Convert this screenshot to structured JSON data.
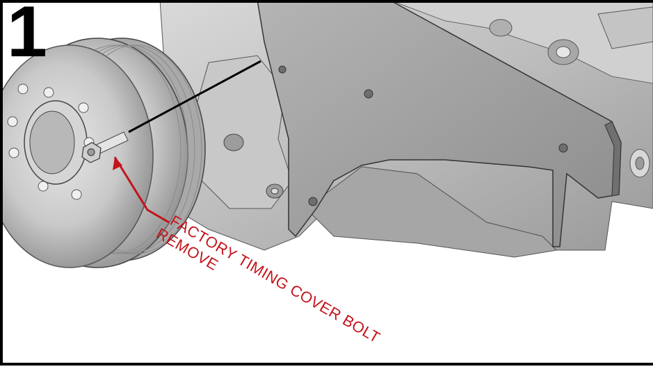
{
  "step": {
    "number": "1"
  },
  "callout": {
    "line1": "FACTORY TIMING COVER BOLT",
    "line2": "REMOVE"
  },
  "colors": {
    "callout": "#c2141b",
    "leader_line": "#000000",
    "frame": "#000000",
    "engine_metal": "#bdbdbd",
    "bracket_plate": "#9e9e9e"
  },
  "icons": {
    "pulley": "harmonic-balancer-pulley",
    "bolt": "timing-cover-bolt",
    "bracket": "mounting-bracket-plate",
    "engine": "engine-block"
  }
}
